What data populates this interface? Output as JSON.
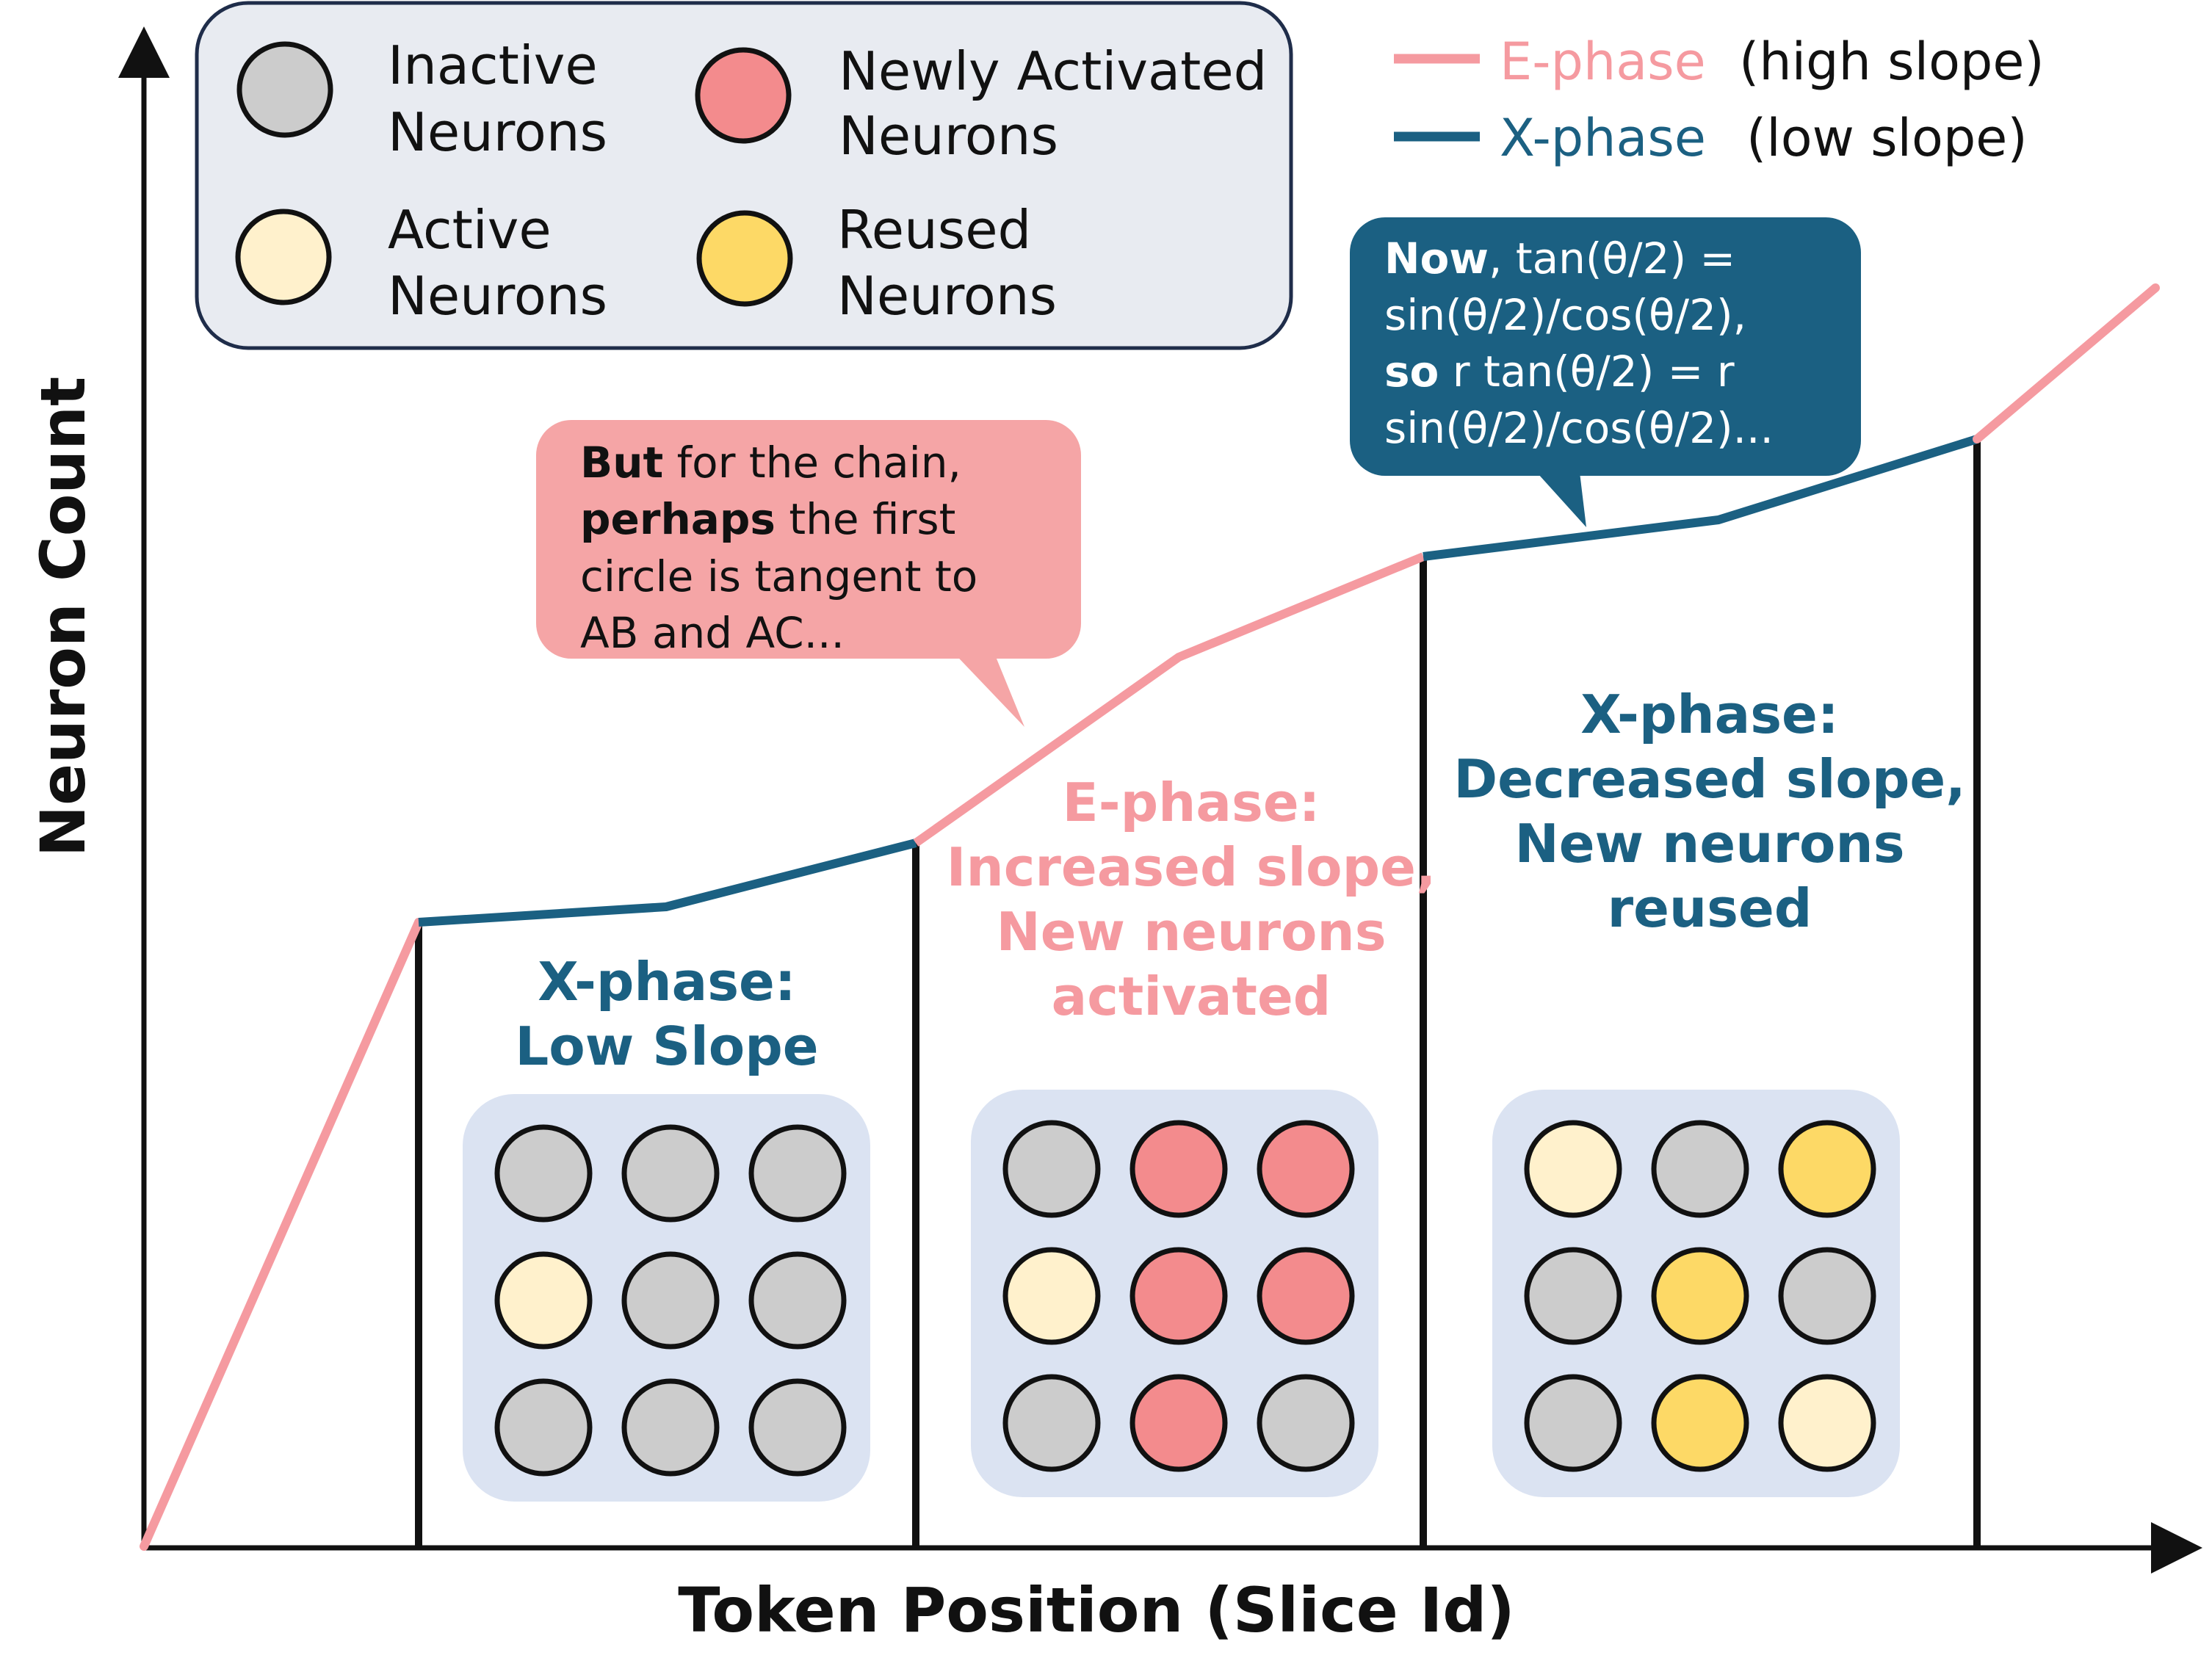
{
  "colors": {
    "e_phase": "#f59aa0",
    "x_phase": "#1b6082",
    "inactive": "#cccccc",
    "active": "#fff1cc",
    "newly_activated": "#f38b8d",
    "reused": "#fdd966",
    "grid_panel": "#dbe3f2",
    "legend_panel": "#e8ebf1"
  },
  "axes": {
    "x_label": "Token Position (Slice Id)",
    "y_label": "Neuron Count"
  },
  "legend": {
    "inactive": {
      "line1": "Inactive",
      "line2": "Neurons"
    },
    "active": {
      "line1": "Active",
      "line2": "Neurons"
    },
    "newly_activated": {
      "line1": "Newly Activated",
      "line2": "Neurons"
    },
    "reused": {
      "line1": "Reused",
      "line2": "Neurons"
    }
  },
  "line_legend": {
    "e_phase": {
      "name": "E-phase",
      "desc": "(high slope)"
    },
    "x_phase": {
      "name": "X-phase",
      "desc": "(low slope)"
    }
  },
  "phases": {
    "x1": {
      "line1": "X-phase:",
      "line2": "Low Slope"
    },
    "e1": {
      "line1": "E-phase:",
      "line2": "Increased slope,",
      "line3": "New neurons",
      "line4": "activated"
    },
    "x2": {
      "line1": "X-phase:",
      "line2": "Decreased slope,",
      "line3": "New neurons",
      "line4": "reused"
    }
  },
  "bubbles": {
    "e_bubble": {
      "l1_bold": "But",
      "l1_rest": " for the chain,",
      "l2_bold": "perhaps",
      "l2_rest": " the first",
      "l3": "circle is tangent to",
      "l4": "AB and AC..."
    },
    "x_bubble": {
      "l1_bold": "Now",
      "l1_rest": ", tan(θ/2) =",
      "l2": "sin(θ/2)/cos(θ/2),",
      "l3_bold": "so",
      "l3_rest": " r tan(θ/2) = r",
      "l4": "sin(θ/2)/cos(θ/2)..."
    }
  },
  "grids": [
    [
      "inactive",
      "inactive",
      "inactive",
      "active",
      "inactive",
      "inactive",
      "inactive",
      "inactive",
      "inactive"
    ],
    [
      "inactive",
      "newly_activated",
      "newly_activated",
      "active",
      "newly_activated",
      "newly_activated",
      "inactive",
      "newly_activated",
      "inactive"
    ],
    [
      "active",
      "inactive",
      "reused",
      "inactive",
      "reused",
      "inactive",
      "inactive",
      "reused",
      "active"
    ]
  ]
}
